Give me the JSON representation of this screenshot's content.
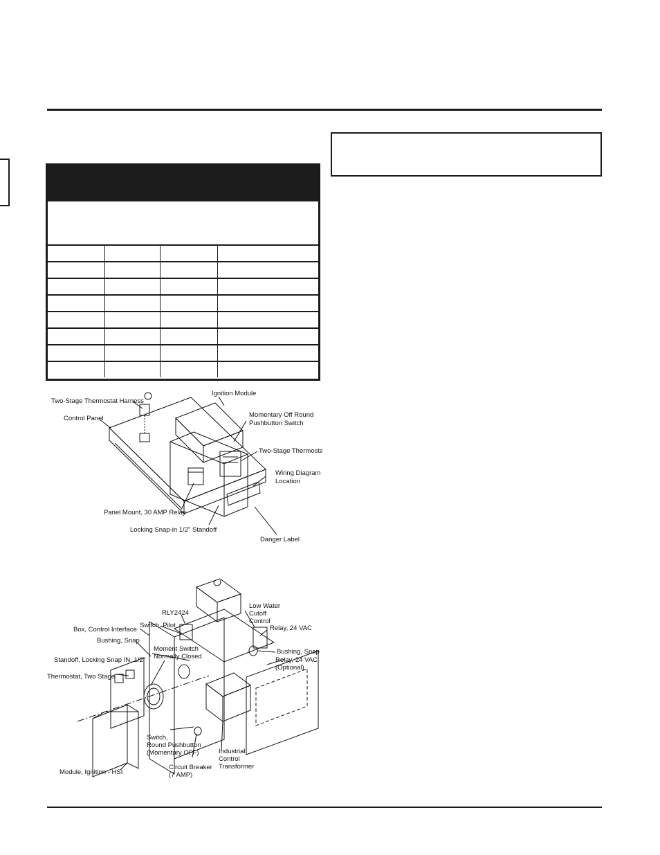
{
  "figure1": {
    "labels": {
      "thermostat_harness": "Two-Stage Thermostat Harness",
      "control_panel": "Control Panel",
      "ignition_module": "Ignition Module",
      "pushbutton_line1": "Momentary Off Round",
      "pushbutton_line2": "Pushbutton Switch",
      "thermostat": "Two-Stage Thermostat",
      "wiring_line1": "Wiring Diagram",
      "wiring_line2": "Location",
      "relay": "Panel Mount, 30 AMP Relay",
      "standoff": "Locking Snap-in 1/2\" Standoff",
      "danger": "Danger Label"
    }
  },
  "figure2": {
    "labels": {
      "rly": "RLY2424",
      "low_water_1": "Low Water",
      "low_water_2": "Cutoff",
      "low_water_3": "Control",
      "relay24": "Relay, 24 VAC",
      "box_interface": "Box, Control Interface",
      "switch_pilot": "Switch, Pilot",
      "bushing_snap_left": "Bushing, Snap",
      "bushing_snap_right": "Bushing, Snap",
      "moment_switch_1": "Moment Switch",
      "moment_switch_2": "Normally Closed",
      "relay24_opt_1": "Relay, 24 VAC",
      "relay24_opt_2": "(Optional)",
      "standoff": "Standoff, Locking Snap IN, 1/2\"",
      "thermostat": "Thermostat, Two Stage",
      "switch_round_1": "Switch,",
      "switch_round_2": "Round Pushbutton",
      "switch_round_3": "(Momentary OFF)",
      "industrial_1": "Industrial",
      "industrial_2": "Control",
      "industrial_3": "Transformer",
      "module_ignition": "Module, Ignition - HSI",
      "breaker_1": "Circuit Breaker",
      "breaker_2": "(7 AMP)"
    }
  }
}
